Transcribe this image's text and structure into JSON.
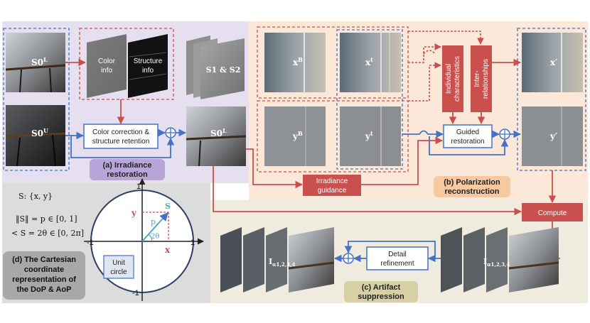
{
  "panels": {
    "a_label": [
      "(a) Irradiance",
      "restoration"
    ],
    "b_label": [
      "(b) Polarization",
      "reconstruction"
    ],
    "c_label": [
      "(c) Artifact",
      "suppression"
    ],
    "d_label": [
      "(d) The Cartesian",
      "coordinate",
      "representation of",
      "the DoP & AoP"
    ]
  },
  "image_labels": {
    "s0_top": "S0",
    "s0_top_sup": "L",
    "s0_bottom": "S0",
    "s0_bottom_sup": "U",
    "s0_result": "S0",
    "s0_result_sup": "L",
    "s1s2": "S1 & S2",
    "xB": "x",
    "xB_sup": "B",
    "xt": "x",
    "xt_sup": "t",
    "yB": "y",
    "yB_sup": "B",
    "yt": "y",
    "yt_sup": "t",
    "x_prime": "x′",
    "y_prime": "y′",
    "i_alpha_left": "I",
    "i_alpha_right": "I",
    "i_alpha_sub": "α1,2,3,4"
  },
  "blocks": {
    "color_info": [
      "Color",
      "info"
    ],
    "structure_info": [
      "Structure",
      "info"
    ],
    "color_correction": [
      "Color correction &",
      "structure retention"
    ],
    "individual": [
      "Individual",
      "characteristics"
    ],
    "inter": [
      "Inter-",
      "relationships"
    ],
    "guided": [
      "Guided",
      "restoration"
    ],
    "irradiance_guidance": [
      "Irradiance",
      "guidance"
    ],
    "compute": "Compute",
    "detail_refinement": [
      "Detail",
      "refinement"
    ]
  },
  "circle": {
    "title": "S: {x, y}",
    "eq1": "‖S‖ = p ∈ [0, 1]",
    "eq2": "< S = 2θ ∈ [0, 2π]",
    "unit_circle": [
      "Unit",
      "circle"
    ],
    "tick_pos1": "1",
    "tick_neg1_x": "-1",
    "tick_neg1_y": "-1",
    "axis_y": "y",
    "axis_x": "x",
    "vec_s": "S",
    "vec_p": "p",
    "angle": "2θ"
  },
  "colors": {
    "panel_a_bg": "#e6dff0",
    "panel_b_bg": "#fce8d8",
    "panel_cd_bg": "#efebdf",
    "panel_d_bg": "#dcdcdc",
    "red": "#c9504d",
    "blue": "#4472c4",
    "label_a": "#b9a4d8",
    "label_b": "#f8c9a0",
    "label_c": "#d7d0a7",
    "label_d": "#a8a8a8"
  }
}
